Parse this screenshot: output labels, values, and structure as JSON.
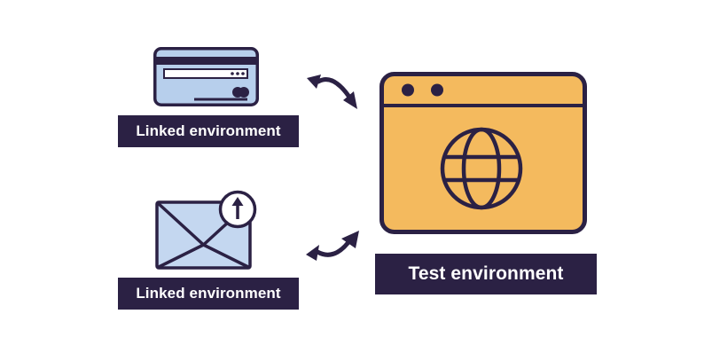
{
  "page_bg": "#ffffff",
  "colors": {
    "navy": "#2b2144",
    "card_blue": "#b7cfec",
    "envelope_blue": "#c4d7f0",
    "orange": "#f4ba5e",
    "white": "#ffffff",
    "label_bg": "#2b2144",
    "label_text": "#ffffff",
    "page_bg": "#ffffff"
  },
  "nodes": {
    "linked_card": {
      "label": "Linked environment",
      "icon": "credit-card"
    },
    "linked_email": {
      "label": "Linked environment",
      "icon": "envelope-with-upload-badge"
    },
    "test": {
      "label": "Test environment",
      "icon": "browser-window-with-globe"
    }
  },
  "connections": [
    {
      "from": "linked_card",
      "to": "test",
      "direction": "bidirectional",
      "style": "curved-arrow"
    },
    {
      "from": "linked_email",
      "to": "test",
      "direction": "bidirectional",
      "style": "curved-arrow"
    }
  ]
}
